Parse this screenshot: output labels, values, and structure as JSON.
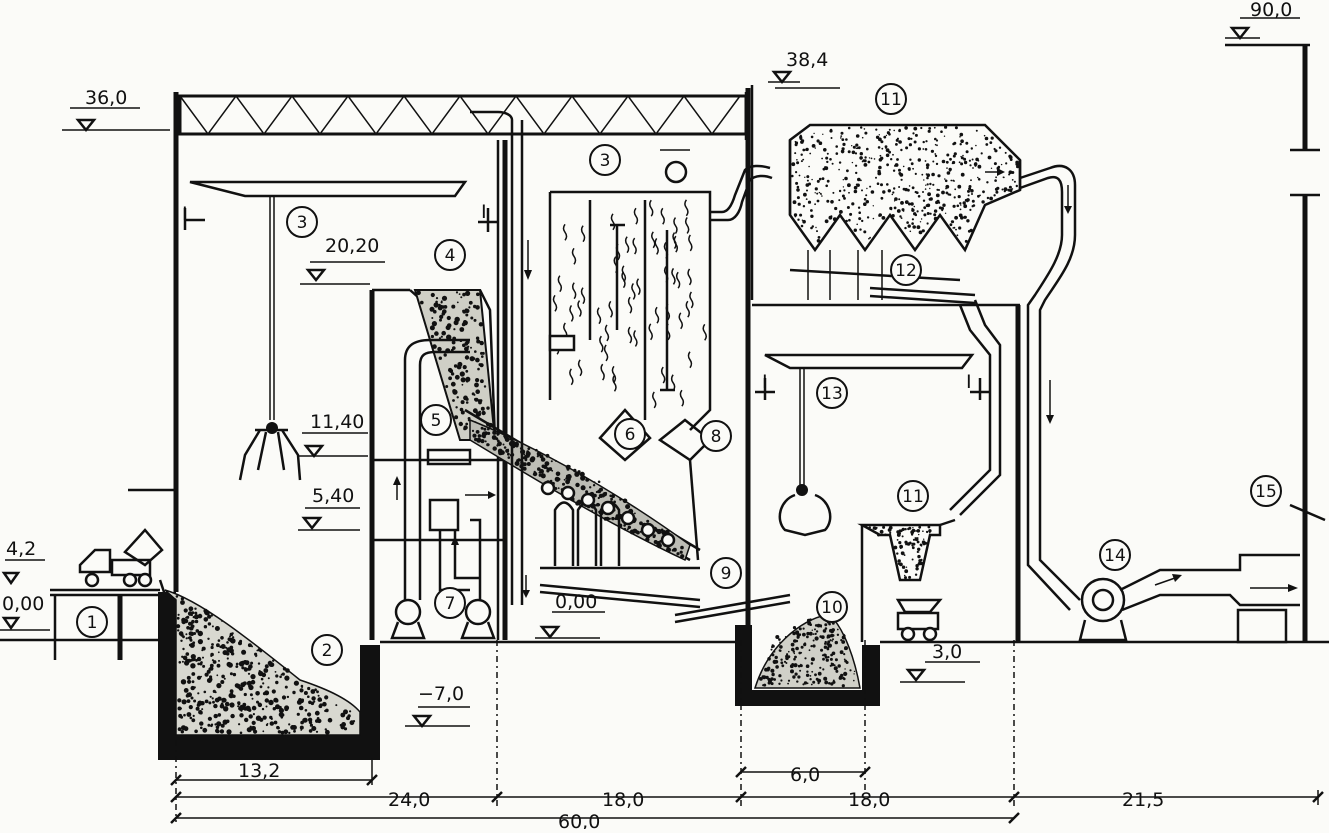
{
  "elevations": {
    "e90_0": "90,0",
    "e38_4": "38,4",
    "e36_0": "36,0",
    "e20_20": "20,20",
    "e11_40": "11,40",
    "e5_40": "5,40",
    "e4_2": "4,2",
    "e0_00_left": "0,00",
    "e0_00_mid": "0,00",
    "e_7_0": "−7,0",
    "e_3_0": "3,0"
  },
  "dimensions": {
    "d13_2": "13,2",
    "d24_0": "24,0",
    "d18_0_a": "18,0",
    "d6_0": "6,0",
    "d18_0_b": "18,0",
    "d21_5": "21,5",
    "d60_0": "60,0"
  },
  "crane_marks": {
    "mark": "I"
  },
  "callouts": [
    "1",
    "2",
    "3",
    "3",
    "4",
    "5",
    "6",
    "7",
    "8",
    "9",
    "10",
    "11",
    "11",
    "12",
    "13",
    "14",
    "15"
  ],
  "colors": {
    "ink": "#111111",
    "paper": "#fbfbf8"
  }
}
